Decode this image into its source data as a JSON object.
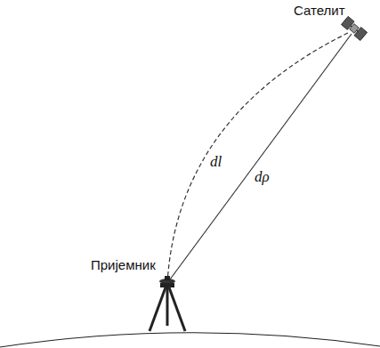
{
  "diagram": {
    "labels": [
      "Сателит",
      "Пријемник",
      "dl",
      "dρ"
    ]
  }
}
